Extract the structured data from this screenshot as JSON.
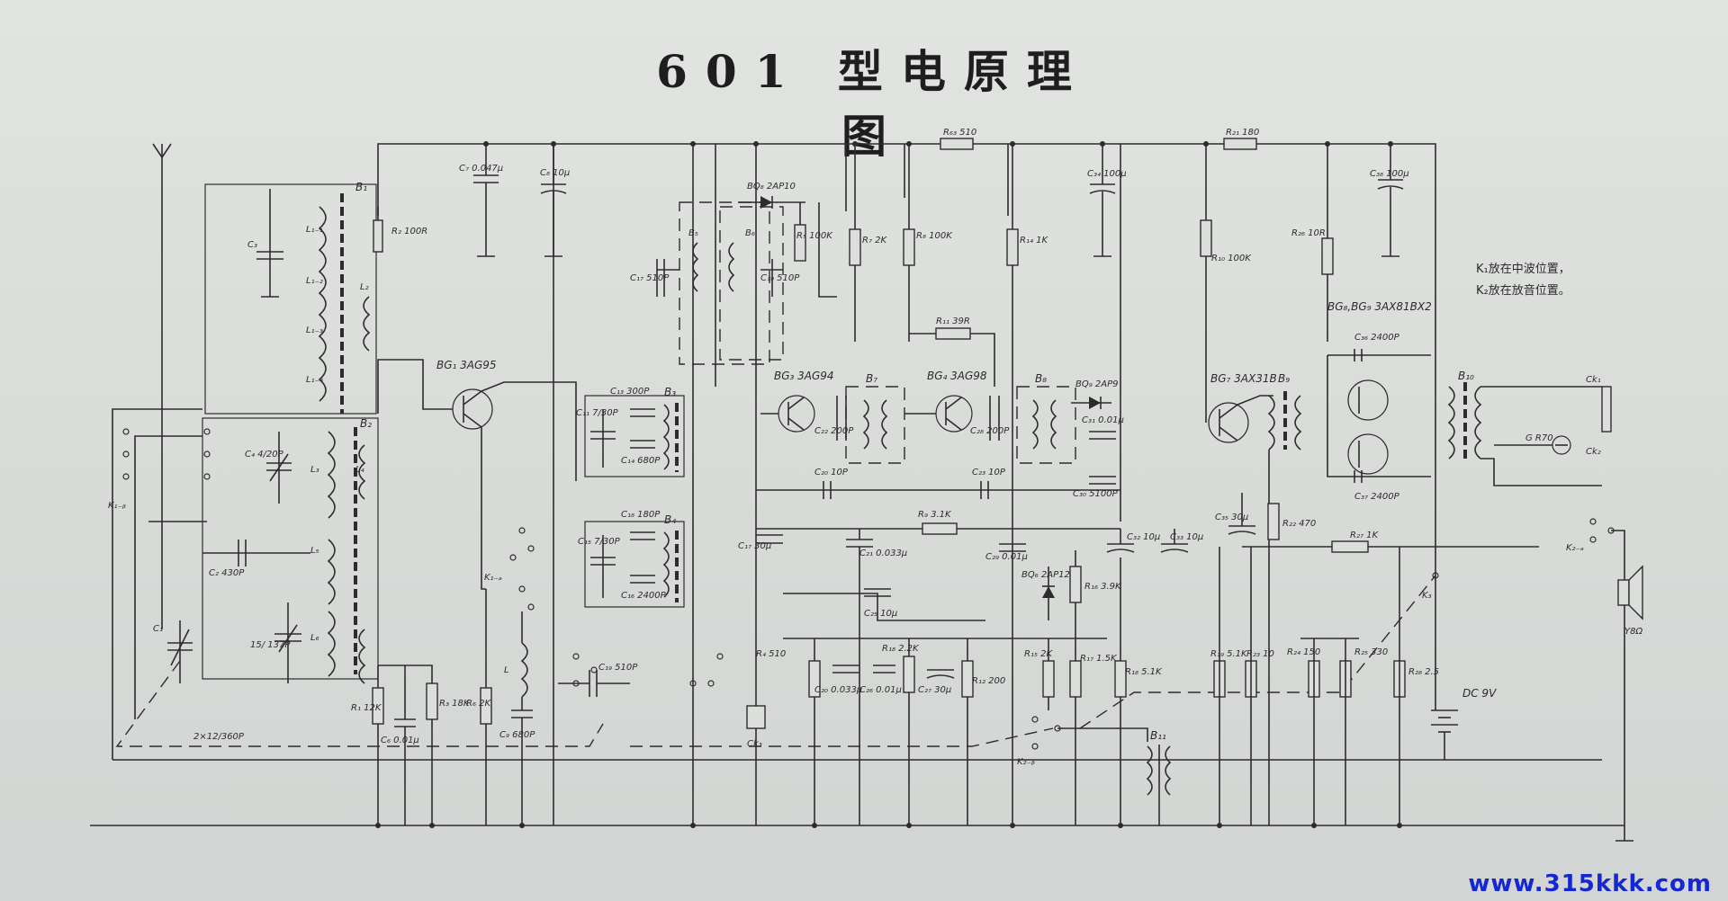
{
  "title": "601 型电原理图",
  "note": [
    "K₁放在中波位置，",
    "K₂放在放音位置。"
  ],
  "watermark": "www.315kkk.com",
  "labels": {
    "B1": "B₁",
    "R2": "R₂ 100R",
    "C7": "C₇ 0.047μ",
    "C8": "C₈ 10μ",
    "R63": "R₆₃ 510",
    "C34": "C₃₄ 100μ",
    "R21": "R₂₁ 180",
    "C38": "C₃₈ 100μ",
    "BQ8": "BQ₈ 2AP10",
    "R5": "R₅ 100K",
    "R7": "R₇ 2K",
    "R8": "R₈ 100K",
    "R14": "R₁₄ 1K",
    "R10": "R₁₀ 100K",
    "R26": "R₂₆ 10R",
    "L11": "L₁₋₁",
    "L12": "L₁₋₂",
    "L13": "L₁₋₃",
    "L14": "L₁₋₄",
    "C3": "C₃",
    "B2": "B₂",
    "L3": "L₃",
    "L4": "L₄",
    "L5": "L₅",
    "L6": "L₆",
    "L2": "L₂",
    "C4": "C₄ 4/20P",
    "C2": "C₂ 430P",
    "C5": "15/ 137P",
    "C1": "C₁",
    "BG1": "BG₁ 3AG95",
    "K1b": "K₁₋ᵦ",
    "K1a": "K₁₋ₐ",
    "C13": "C₁₃ 300P",
    "C11": "C₁₁ 7/30P",
    "C14": "C₁₄ 680P",
    "B3": "B₃",
    "C18": "C₁₈ 180P",
    "C15": "C₁₅ 7/30P",
    "C16": "C₁₆ 2400P",
    "B4": "B₄",
    "C17": "C₁₇ 510P",
    "C19": "C₁₉ 510P",
    "B5": "B₅",
    "B6": "B₆",
    "BG3": "BG₃ 3AG94",
    "C22": "C₂₂ 200P",
    "B7": "B₇",
    "BG4": "BG₄ 3AG98",
    "C28": "C₂₈ 200P",
    "B8": "B₈",
    "BQ9": "BQ₉ 2AP9",
    "R11": "R₁₁ 39R",
    "C31": "C₃₁ 0.01μ",
    "C30": "C₃₀ 5100P",
    "C20": "C₂₀ 10P",
    "C23": "C₂₃ 10P",
    "R9": "R₉ 3.1K",
    "C17b": "C₁₇ 30μ",
    "C21": "C₂₁ 0.033μ",
    "C25": "C₂₅ 10μ",
    "C29": "C₂₉ 0.01μ",
    "BQ6": "BQ₆ 2AP12",
    "R16": "R₁₆ 3.9K",
    "C32": "C₃₂ 10μ",
    "C33": "C₃₃ 10μ",
    "BG7": "BG₇ 3AX31B",
    "B9": "B₉",
    "BG89": "BG₈,BG₉ 3AX81BX2",
    "C36": "C₃₆ 2400P",
    "C37": "C₃₇ 2400P",
    "B10": "B₁₀",
    "C35": "C₃₅ 30μ",
    "R22": "R₂₂ 470",
    "R27": "R₂₇ 1K",
    "Ck1": "Ck₁",
    "Ck2": "Ck₂",
    "G": "G R70",
    "K2a": "K₂₋ₐ",
    "Y": "Y8Ω",
    "R4": "R₄ 510",
    "C20b": "C₂₀ 0.033μ",
    "C26": "C₂₆ 0.01μ",
    "R18b": "R₁₈ 2.2K",
    "C27": "C₂₇ 30μ",
    "R12": "R₁₂ 200",
    "R15": "R₁₅ 2K",
    "R17": "R₁₇ 1.5K",
    "R18": "R₁₈ 5.1K",
    "R19": "R₁₉ 5.1K",
    "R23": "R₂₃ 10",
    "R24": "R₂₄ 150",
    "R25": "R₂₅ 330",
    "R28": "R₂₈ 2.5",
    "DC": "DC 9V",
    "B11": "B₁₁",
    "K2b": "K₂₋ᵦ",
    "K3": "K₃",
    "Ck3": "Ck₃",
    "R1": "R₁ 12K",
    "C6": "C₆ 0.01μ",
    "R3": "R₃ 18K",
    "R6": "R₆ 2K",
    "C9": "C₉ 680P",
    "L": "L",
    "Cgang": "2×12/360P"
  }
}
